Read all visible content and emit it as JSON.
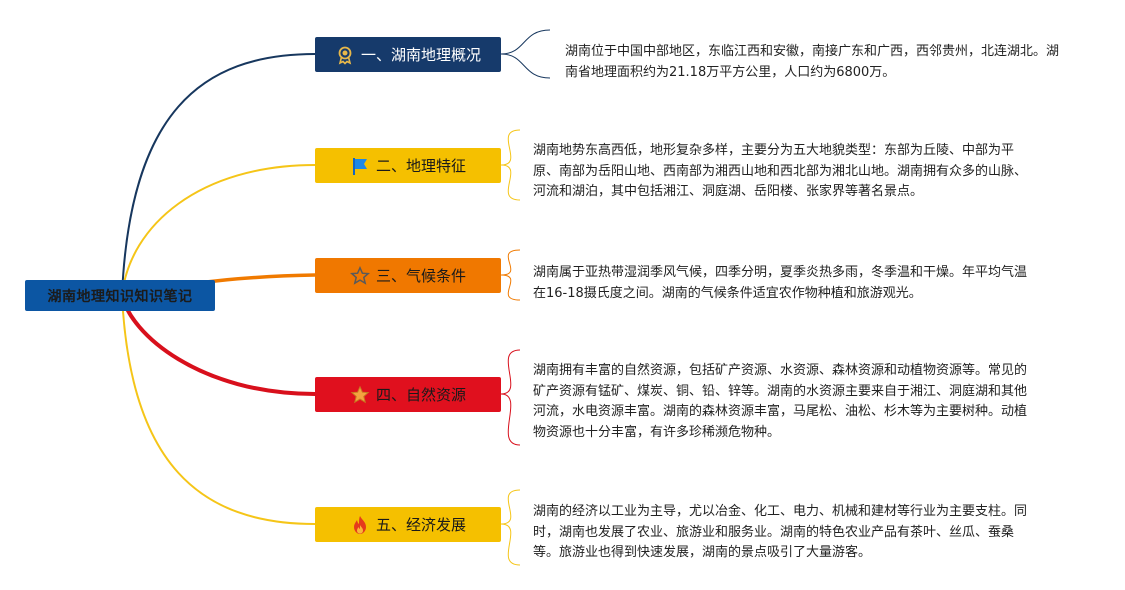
{
  "root": {
    "label": "湖南地理知识知识笔记"
  },
  "topics": [
    {
      "label": "一、湖南地理概况",
      "icon": "award-ribbon-icon",
      "bg": "#163a6b",
      "text": "#ffffff",
      "branch": "#17375e",
      "note": "湖南位于中国中部地区，东临江西和安徽，南接广东和广西，西邻贵州，北连湖北。湖南省地理面积约为21.18万平方公里，人口约为6800万。"
    },
    {
      "label": "二、地理特征",
      "icon": "flag-icon",
      "bg": "#f5c000",
      "text": "#1a1a1a",
      "branch": "#f5c518",
      "note": "湖南地势东高西低，地形复杂多样，主要分为五大地貌类型：东部为丘陵、中部为平原、南部为岳阳山地、西南部为湘西山地和西北部为湘北山地。湖南拥有众多的山脉、河流和湖泊，其中包括湘江、洞庭湖、岳阳楼、张家界等著名景点。"
    },
    {
      "label": "三、气候条件",
      "icon": "star-outline-icon",
      "bg": "#f07800",
      "text": "#1a1a1a",
      "branch": "#f07a00",
      "note": "湖南属于亚热带湿润季风气候，四季分明，夏季炎热多雨，冬季温和干燥。年平均气温在16-18摄氏度之间。湖南的气候条件适宜农作物种植和旅游观光。"
    },
    {
      "label": "四、自然资源",
      "icon": "star-filled-icon",
      "bg": "#e0101e",
      "text": "#1a1a1a",
      "branch": "#d8101c",
      "note": "湖南拥有丰富的自然资源，包括矿产资源、水资源、森林资源和动植物资源等。常见的矿产资源有锰矿、煤炭、铜、铅、锌等。湖南的水资源主要来自于湘江、洞庭湖和其他河流，水电资源丰富。湖南的森林资源丰富，马尾松、油松、杉木等为主要树种。动植物资源也十分丰富，有许多珍稀濒危物种。"
    },
    {
      "label": "五、经济发展",
      "icon": "fire-icon",
      "bg": "#f5c000",
      "text": "#1a1a1a",
      "branch": "#f5c518",
      "note": "湖南的经济以工业为主导，尤以冶金、化工、电力、机械和建材等行业为主要支柱。同时，湖南也发展了农业、旅游业和服务业。湖南的特色农业产品有茶叶、丝瓜、蚕桑等。旅游业也得到快速发展，湖南的景点吸引了大量游客。"
    }
  ]
}
